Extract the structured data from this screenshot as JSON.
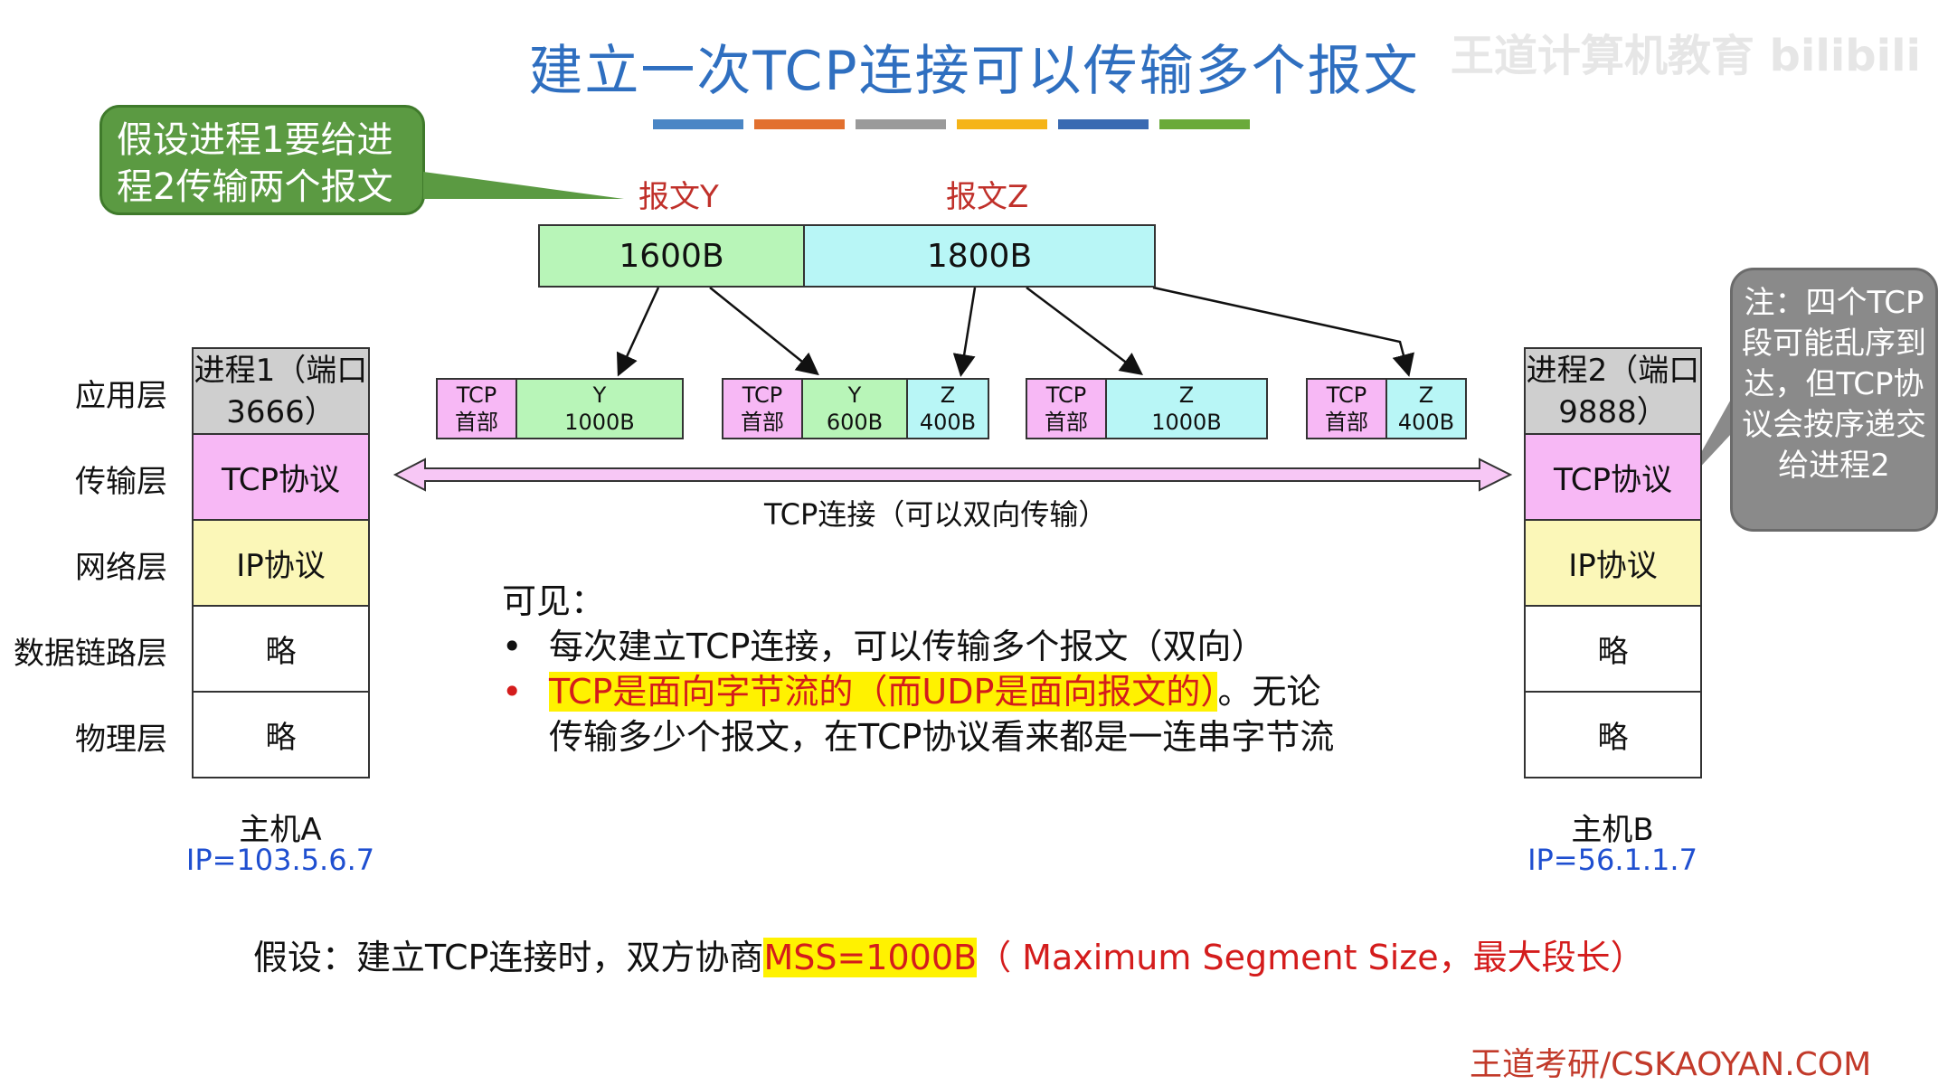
{
  "title": "建立一次TCP连接可以传输多个报文",
  "watermark": "王道计算机教育 bilibili",
  "title_stripe_colors": [
    "#4a86c5",
    "#e2702f",
    "#9a9a9a",
    "#f5b418",
    "#3a6ab2",
    "#6aaa3a"
  ],
  "callout": {
    "text": "假设进程1要给进程2传输两个报文"
  },
  "messages": [
    {
      "label": "报文Y",
      "size": "1600B",
      "color": "#b8f5b8"
    },
    {
      "label": "报文Z",
      "size": "1800B",
      "color": "#b8f6f6"
    }
  ],
  "segments": [
    {
      "header_top": "TCP",
      "header_bottom": "首部",
      "parts": [
        {
          "name": "Y",
          "size": "1000B",
          "color": "#b8f5b8"
        }
      ]
    },
    {
      "header_top": "TCP",
      "header_bottom": "首部",
      "parts": [
        {
          "name": "Y",
          "size": "600B",
          "color": "#b8f5b8"
        },
        {
          "name": "Z",
          "size": "400B",
          "color": "#b8f6f6"
        }
      ]
    },
    {
      "header_top": "TCP",
      "header_bottom": "首部",
      "parts": [
        {
          "name": "Z",
          "size": "1000B",
          "color": "#b8f6f6"
        }
      ]
    },
    {
      "header_top": "TCP",
      "header_bottom": "首部",
      "parts": [
        {
          "name": "Z",
          "size": "400B",
          "color": "#b8f6f6"
        }
      ]
    }
  ],
  "layers": [
    "应用层",
    "传输层",
    "网络层",
    "数据链路层",
    "物理层"
  ],
  "hostA": {
    "stack": [
      "进程1（端口 3666）",
      "TCP协议",
      "IP协议",
      "略",
      "略"
    ],
    "name": "主机A",
    "ip": "IP=103.5.6.7"
  },
  "hostB": {
    "stack": [
      "进程2（端口 9888）",
      "TCP协议",
      "IP协议",
      "略",
      "略"
    ],
    "name": "主机B",
    "ip": "IP=56.1.1.7"
  },
  "stack_colors": [
    "#cfcfcf",
    "#f7b8f5",
    "#fbf7b8",
    "#ffffff",
    "#ffffff"
  ],
  "connection_label": "TCP连接（可以双向传输）",
  "note": {
    "text": "注：四个TCP段可能乱序到达，但TCP协议会按序递交给进程2"
  },
  "conclusion": {
    "heading": "可见：",
    "bullet1": "每次建立TCP连接，可以传输多个报文（双向）",
    "bullet2_highlight": "TCP是面向字节流的（而UDP是面向报文的）",
    "bullet2_rest1": "。无论",
    "bullet2_rest2": "传输多少个报文，在TCP协议看来都是一连串字节流"
  },
  "assumption": {
    "prefix": "假设：建立TCP连接时，双方协商",
    "mss": "MSS=1000B",
    "suffix": "（ Maximum Segment Size，最大段长）"
  },
  "footer": "王道考研/CSKAOYAN.COM"
}
